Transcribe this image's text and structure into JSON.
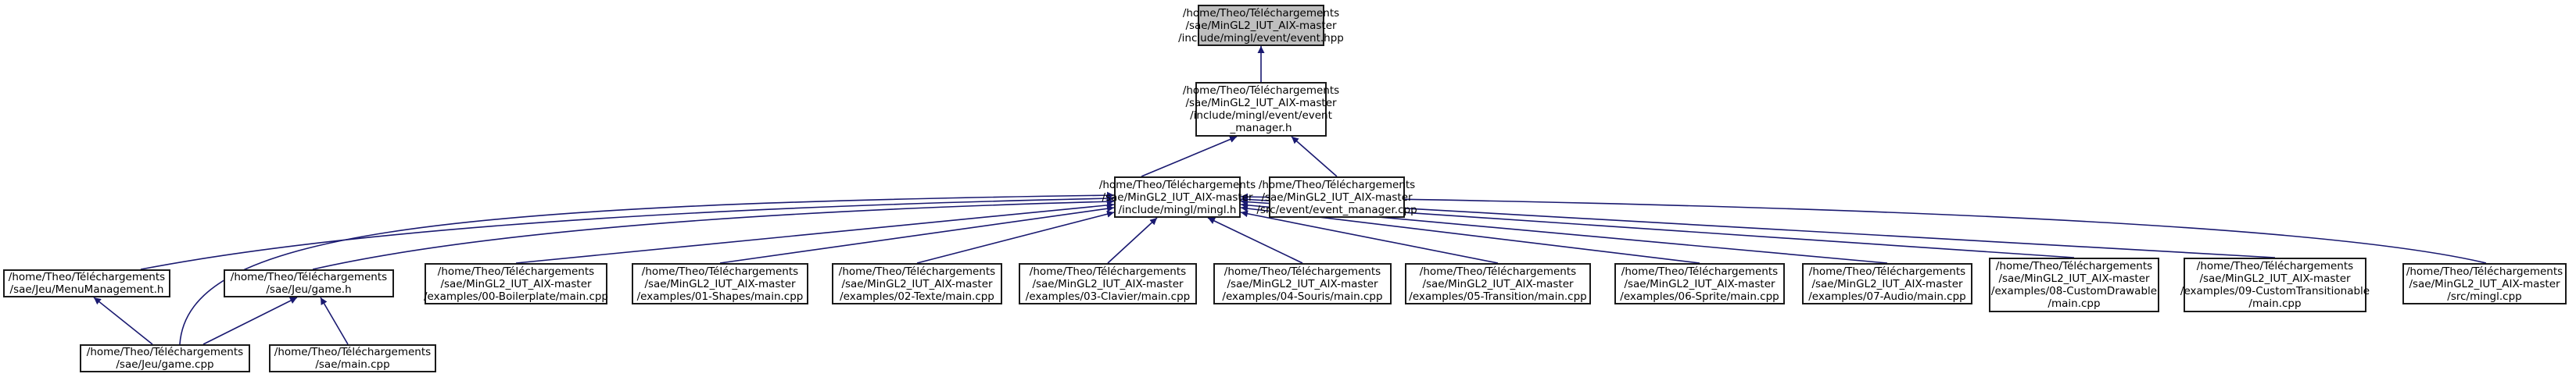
{
  "graph": {
    "edge_color": "#191970",
    "root_fill": "#bfbfbf",
    "nodes": [
      {
        "id": "root",
        "label": [
          "/home/Theo/Téléchargements",
          "/sae/MinGL2_IUT_AIX-master",
          "/include/mingl/event/event.hpp"
        ],
        "root": true
      },
      {
        "id": "event_manager_h",
        "label": [
          "/home/Theo/Téléchargements",
          "/sae/MinGL2_IUT_AIX-master",
          "/include/mingl/event/event",
          "_manager.h"
        ]
      },
      {
        "id": "mingl_h",
        "label": [
          "/home/Theo/Téléchargements",
          "/sae/MinGL2_IUT_AIX-master",
          "/include/mingl/mingl.h"
        ]
      },
      {
        "id": "event_manager_cpp",
        "label": [
          "/home/Theo/Téléchargements",
          "/sae/MinGL2_IUT_AIX-master",
          "/src/event/event_manager.cpp"
        ]
      },
      {
        "id": "menu_mgmt_h",
        "label": [
          "/home/Theo/Téléchargements",
          "/sae/Jeu/MenuManagement.h"
        ]
      },
      {
        "id": "game_h",
        "label": [
          "/home/Theo/Téléchargements",
          "/sae/Jeu/game.h"
        ]
      },
      {
        "id": "ex00",
        "label": [
          "/home/Theo/Téléchargements",
          "/sae/MinGL2_IUT_AIX-master",
          "/examples/00-Boilerplate/main.cpp"
        ]
      },
      {
        "id": "ex01",
        "label": [
          "/home/Theo/Téléchargements",
          "/sae/MinGL2_IUT_AIX-master",
          "/examples/01-Shapes/main.cpp"
        ]
      },
      {
        "id": "ex02",
        "label": [
          "/home/Theo/Téléchargements",
          "/sae/MinGL2_IUT_AIX-master",
          "/examples/02-Texte/main.cpp"
        ]
      },
      {
        "id": "ex03",
        "label": [
          "/home/Theo/Téléchargements",
          "/sae/MinGL2_IUT_AIX-master",
          "/examples/03-Clavier/main.cpp"
        ]
      },
      {
        "id": "ex04",
        "label": [
          "/home/Theo/Téléchargements",
          "/sae/MinGL2_IUT_AIX-master",
          "/examples/04-Souris/main.cpp"
        ]
      },
      {
        "id": "ex05",
        "label": [
          "/home/Theo/Téléchargements",
          "/sae/MinGL2_IUT_AIX-master",
          "/examples/05-Transition/main.cpp"
        ]
      },
      {
        "id": "ex06",
        "label": [
          "/home/Theo/Téléchargements",
          "/sae/MinGL2_IUT_AIX-master",
          "/examples/06-Sprite/main.cpp"
        ]
      },
      {
        "id": "ex07",
        "label": [
          "/home/Theo/Téléchargements",
          "/sae/MinGL2_IUT_AIX-master",
          "/examples/07-Audio/main.cpp"
        ]
      },
      {
        "id": "ex08",
        "label": [
          "/home/Theo/Téléchargements",
          "/sae/MinGL2_IUT_AIX-master",
          "/examples/08-CustomDrawable",
          "/main.cpp"
        ]
      },
      {
        "id": "ex09",
        "label": [
          "/home/Theo/Téléchargements",
          "/sae/MinGL2_IUT_AIX-master",
          "/examples/09-CustomTransitionable",
          "/main.cpp"
        ]
      },
      {
        "id": "src_mingl",
        "label": [
          "/home/Theo/Téléchargements",
          "/sae/MinGL2_IUT_AIX-master",
          "/src/mingl.cpp"
        ]
      },
      {
        "id": "game_cpp",
        "label": [
          "/home/Theo/Téléchargements",
          "/sae/Jeu/game.cpp"
        ]
      },
      {
        "id": "main_cpp",
        "label": [
          "/home/Theo/Téléchargements",
          "/sae/main.cpp"
        ]
      }
    ],
    "edges": [
      {
        "from": "event_manager_h",
        "to": "root"
      },
      {
        "from": "mingl_h",
        "to": "event_manager_h"
      },
      {
        "from": "event_manager_cpp",
        "to": "event_manager_h"
      },
      {
        "from": "menu_mgmt_h",
        "to": "mingl_h"
      },
      {
        "from": "game_h",
        "to": "mingl_h"
      },
      {
        "from": "ex00",
        "to": "mingl_h"
      },
      {
        "from": "ex01",
        "to": "mingl_h"
      },
      {
        "from": "ex02",
        "to": "mingl_h"
      },
      {
        "from": "ex03",
        "to": "mingl_h"
      },
      {
        "from": "ex04",
        "to": "mingl_h"
      },
      {
        "from": "ex05",
        "to": "mingl_h"
      },
      {
        "from": "ex06",
        "to": "mingl_h"
      },
      {
        "from": "ex07",
        "to": "mingl_h"
      },
      {
        "from": "ex08",
        "to": "mingl_h"
      },
      {
        "from": "ex09",
        "to": "mingl_h"
      },
      {
        "from": "src_mingl",
        "to": "mingl_h"
      },
      {
        "from": "game_cpp",
        "to": "mingl_h"
      },
      {
        "from": "game_cpp",
        "to": "menu_mgmt_h"
      },
      {
        "from": "game_cpp",
        "to": "game_h"
      },
      {
        "from": "main_cpp",
        "to": "game_h"
      }
    ]
  }
}
